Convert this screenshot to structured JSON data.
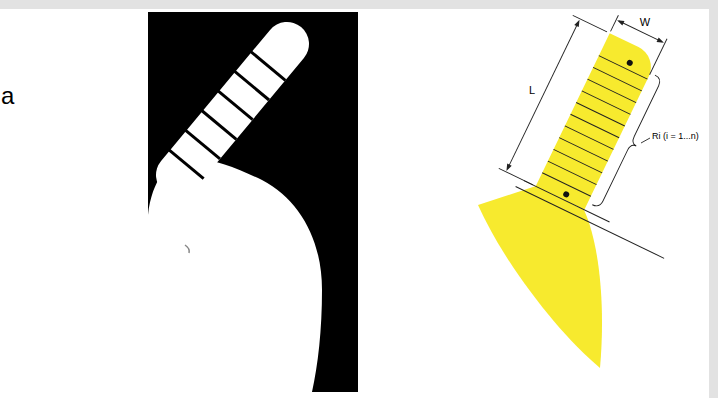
{
  "diagram": {
    "labels": [
      "a",
      "W",
      "L",
      "Ri (i = 1...n)"
    ]
  }
}
